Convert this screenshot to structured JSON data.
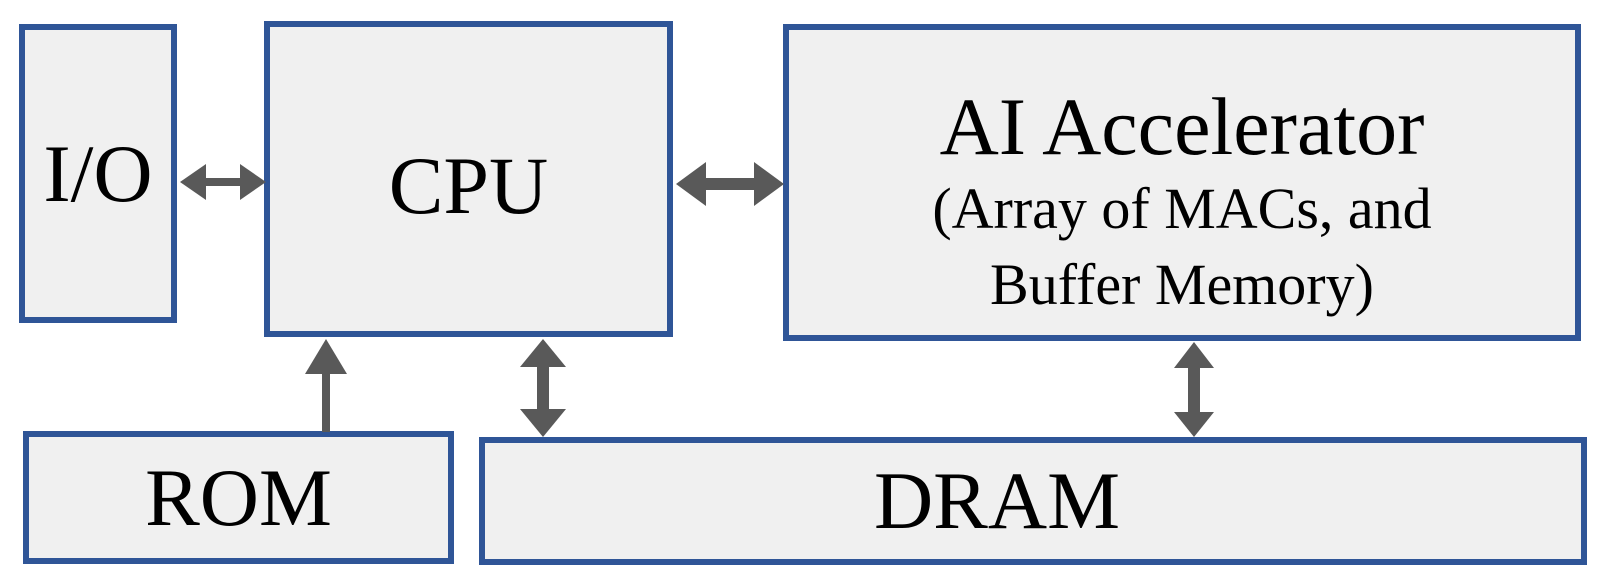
{
  "blocks": {
    "io": {
      "label": "I/O"
    },
    "cpu": {
      "label": "CPU"
    },
    "ai_accelerator": {
      "title": "AI Accelerator",
      "subtitle_line1": "(Array of MACs, and",
      "subtitle_line2": "Buffer Memory)"
    },
    "rom": {
      "label": "ROM"
    },
    "dram": {
      "label": "DRAM"
    }
  },
  "connections": [
    {
      "from": "io",
      "to": "cpu",
      "direction": "bidirectional"
    },
    {
      "from": "cpu",
      "to": "ai_accelerator",
      "direction": "bidirectional"
    },
    {
      "from": "rom",
      "to": "cpu",
      "direction": "one-way"
    },
    {
      "from": "cpu",
      "to": "dram",
      "direction": "bidirectional"
    },
    {
      "from": "ai_accelerator",
      "to": "dram",
      "direction": "bidirectional"
    }
  ],
  "colors": {
    "box_border": "#2f5597",
    "box_fill": "#f0f0f0",
    "arrow": "#595959"
  }
}
